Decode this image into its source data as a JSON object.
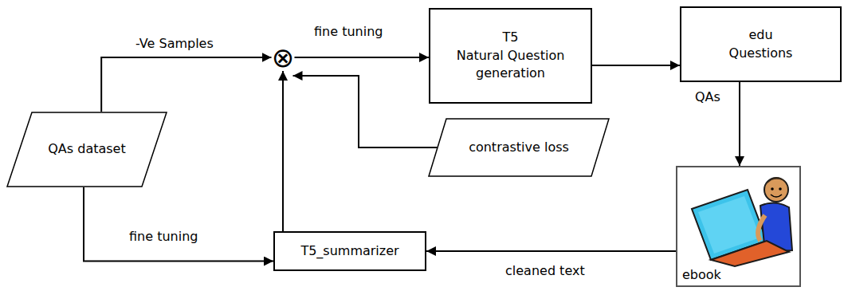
{
  "diagram": {
    "nodes": [
      {
        "text": [
          "QAs dataset"
        ]
      },
      {
        "text": [
          "⊗"
        ]
      },
      {
        "text": [
          "T5",
          "Natural Question generation"
        ]
      },
      {
        "text": [
          "edu Questions"
        ]
      },
      {
        "text": [
          "ebook"
        ]
      },
      {
        "text": [
          "T5_summarizer"
        ]
      },
      {
        "text": [
          "contrastive loss"
        ]
      }
    ],
    "edges": [
      {
        "from": 0,
        "to": 1,
        "arrow": "to",
        "label": "-Ve Samples"
      },
      {
        "from": 1,
        "to": 2,
        "arrow": "to",
        "label": "fine tuning"
      },
      {
        "from": 6,
        "to": 1,
        "arrow": "to"
      },
      {
        "from": 5,
        "to": 1,
        "arrow": "to"
      },
      {
        "from": 2,
        "to": 3,
        "arrow": "to"
      },
      {
        "from": 3,
        "to": 4,
        "arrow": "to",
        "label": "QAs"
      },
      {
        "from": 4,
        "to": 5,
        "arrow": "to",
        "label": "cleaned text"
      },
      {
        "from": 0,
        "to": 5,
        "arrow": "to",
        "label": "fine tuning"
      }
    ]
  }
}
